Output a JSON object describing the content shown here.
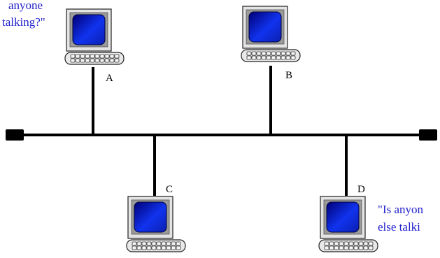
{
  "colors": {
    "bus": "#000000",
    "quote_text": "#2222cc",
    "screen_dark": "#000088",
    "screen_light": "#1a3cff"
  },
  "nodes": [
    {
      "id": "A",
      "label": "A"
    },
    {
      "id": "B",
      "label": "B"
    },
    {
      "id": "C",
      "label": "C"
    },
    {
      "id": "D",
      "label": "D"
    }
  ],
  "speech": {
    "a_line1": "anyone",
    "a_line2": "talking?\"",
    "d_line1": "\"Is anyon",
    "d_line2": "else talki"
  }
}
